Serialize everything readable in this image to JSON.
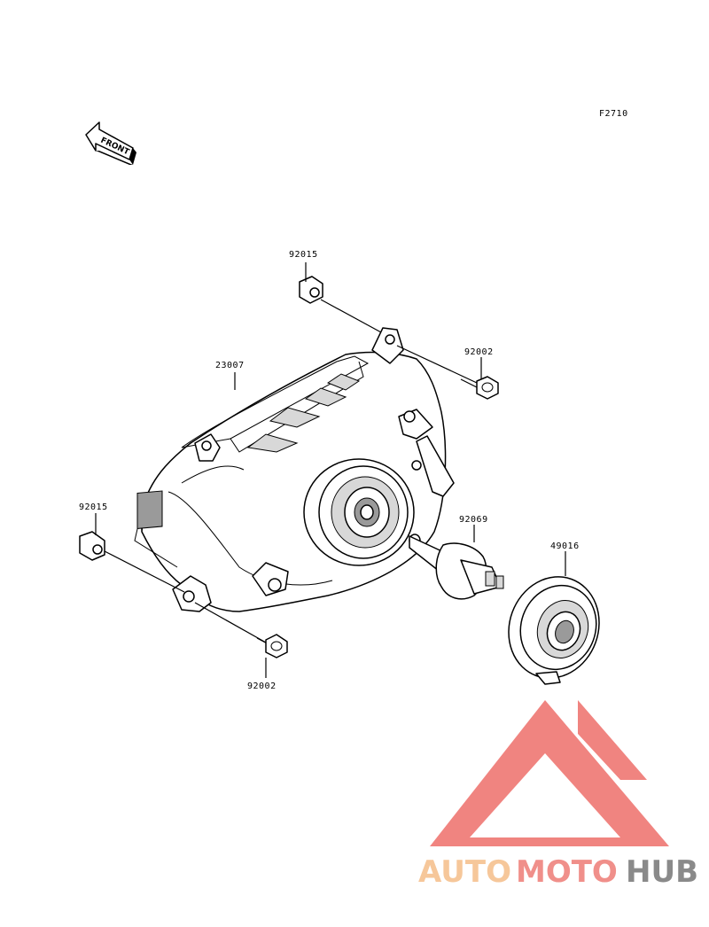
{
  "figure_code": "F2710",
  "front_label": "FRONT",
  "parts": [
    {
      "id": "23007"
    },
    {
      "id": "92015"
    },
    {
      "id": "92002"
    },
    {
      "id": "92069"
    },
    {
      "id": "49016"
    }
  ],
  "callouts": {
    "c1": "92015",
    "c2": "92002",
    "c3": "23007",
    "c4": "92015",
    "c5": "92002",
    "c6": "92069",
    "c7": "49016"
  },
  "watermark": {
    "auto": "AUTO",
    "moto": "MOTO",
    "hub": "HUB",
    "colors": {
      "auto": "#f6c79a",
      "moto": "#f08f8a",
      "hub": "#8a8a8a",
      "logo": "#ee6f6a"
    }
  }
}
